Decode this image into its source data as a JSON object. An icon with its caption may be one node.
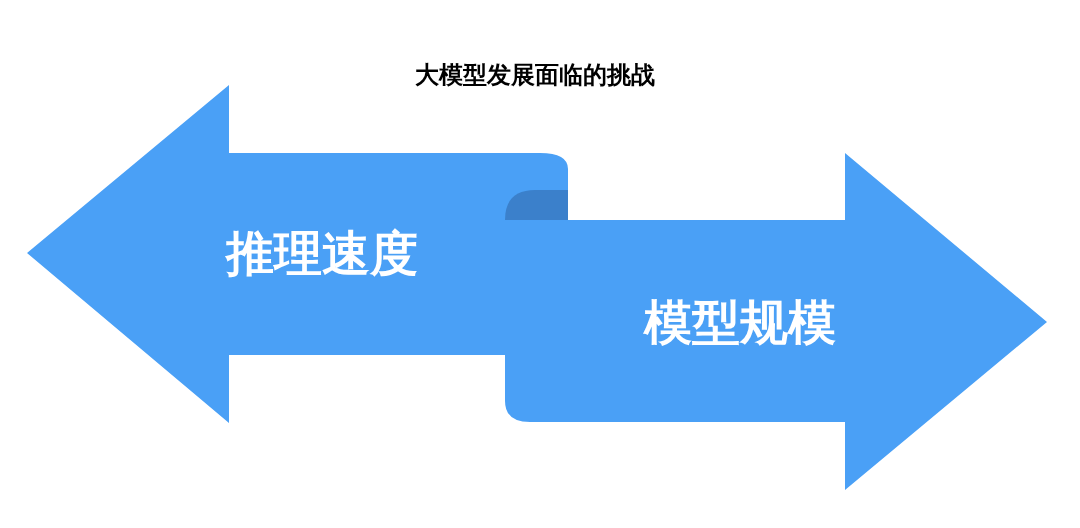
{
  "diagram": {
    "title": "大模型发展面临的挑战",
    "nodes": [
      {
        "text": [
          "推理速度"
        ]
      },
      {
        "text": [
          "模型规模"
        ]
      }
    ]
  }
}
